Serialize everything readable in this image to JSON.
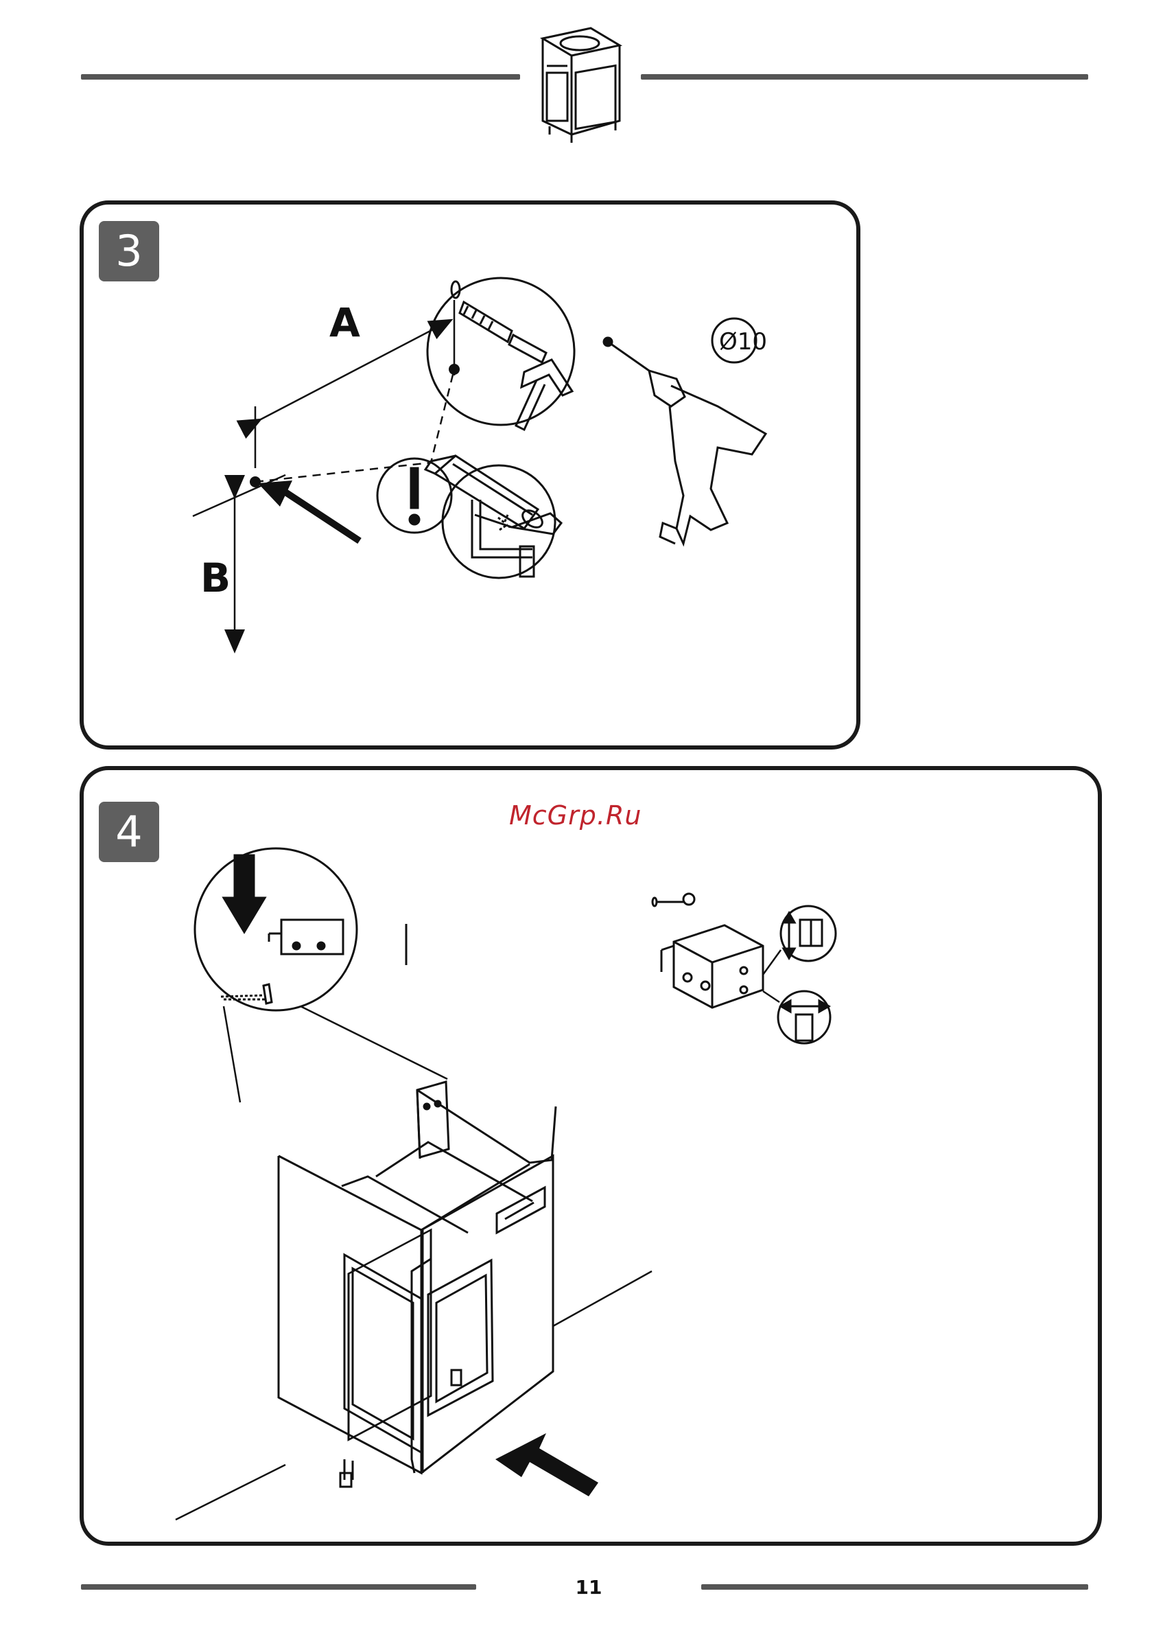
{
  "header": {
    "icon": "vanity-cabinet-icon"
  },
  "steps": [
    {
      "number": "3",
      "labels": {
        "dimension_a": "A",
        "dimension_b": "B",
        "drill_diameter": "Ø10"
      },
      "icons": [
        "pencil-icon",
        "wall-plug-icon",
        "hammer-icon",
        "drill-icon",
        "warning-icon",
        "pipe-icon"
      ]
    },
    {
      "number": "4",
      "watermark": "McGrp.Ru",
      "icons": [
        "cabinet-icon",
        "hanging-bracket-icon",
        "screw-icon",
        "adjust-vertical-icon",
        "adjust-horizontal-icon",
        "push-arrow-icon"
      ]
    }
  ],
  "footer": {
    "page_number": "11"
  }
}
